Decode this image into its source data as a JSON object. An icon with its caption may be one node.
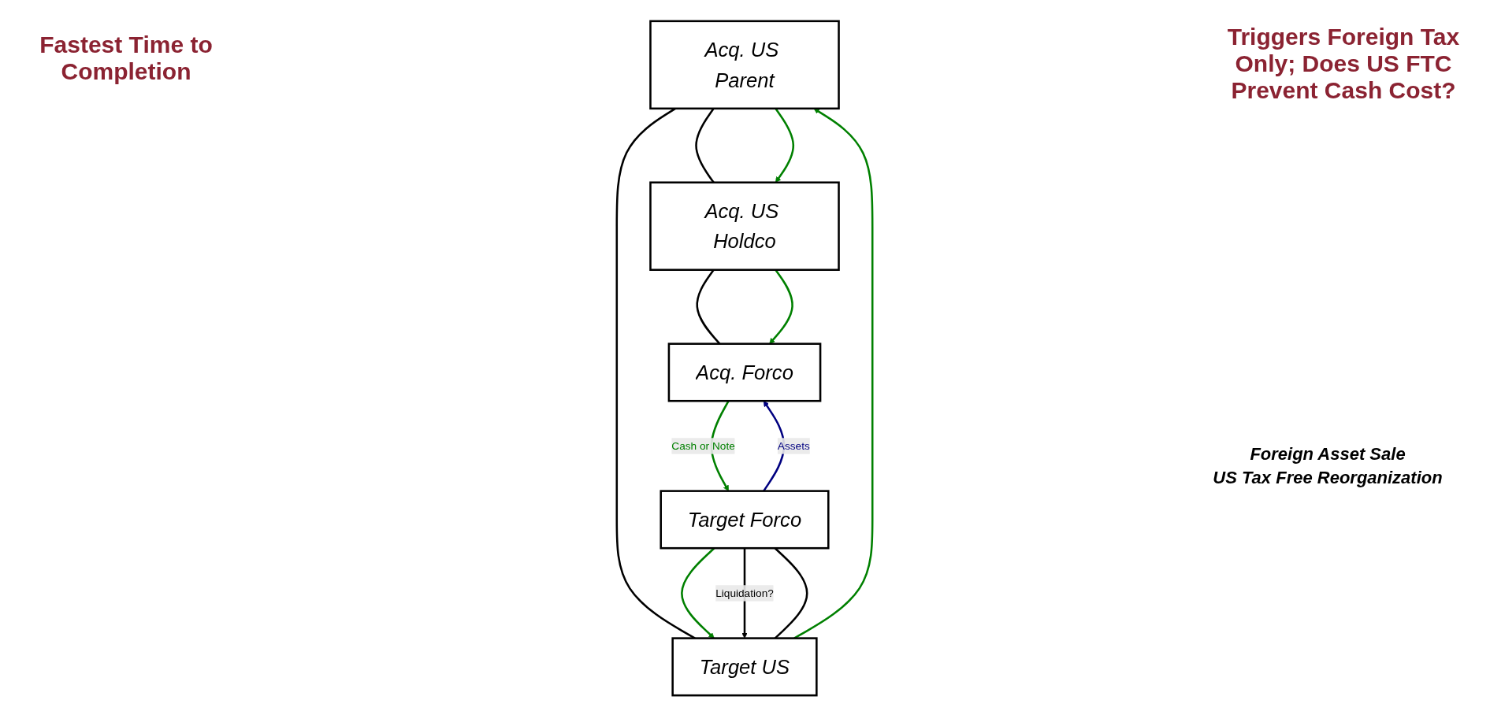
{
  "diagram": {
    "nodes": [
      {
        "text": [
          "Acq. US Parent"
        ]
      },
      {
        "text": [
          "Acq. US Holdco"
        ]
      },
      {
        "text": [
          "Target US"
        ]
      },
      {
        "text": [
          "Acq. Forco"
        ]
      },
      {
        "text": [
          "Target Forco"
        ]
      }
    ],
    "edges": [
      {
        "from": 0,
        "to": 1,
        "arrow": "none"
      },
      {
        "from": 0,
        "to": 2,
        "arrow": "none"
      },
      {
        "from": 1,
        "to": 3,
        "arrow": "none"
      },
      {
        "from": 2,
        "to": 4,
        "arrow": "none"
      },
      {
        "from": 0,
        "to": 1,
        "arrow": "to",
        "color": "#008000"
      },
      {
        "from": 2,
        "to": 0,
        "arrow": "to",
        "color": "#008000"
      },
      {
        "from": 1,
        "to": 3,
        "arrow": "to",
        "color": "#008000"
      },
      {
        "from": 4,
        "to": 3,
        "arrow": "to",
        "label": "Assets",
        "color": "#000080"
      },
      {
        "from": 3,
        "to": 4,
        "arrow": "to",
        "label": "Cash or Note",
        "color": "#008000"
      },
      {
        "from": 4,
        "to": 2,
        "arrow": "to",
        "color": "#008000"
      },
      {
        "from": 4,
        "to": 2,
        "arrow": "to",
        "label": "Liquidation?"
      }
    ],
    "labels": [
      "Fastest Time to Completion",
      "Triggers Foreign Tax Only; Does US FTC Prevent Cash Cost?",
      "Foreign Asset Sale",
      "US Tax Free Reorganization"
    ]
  }
}
